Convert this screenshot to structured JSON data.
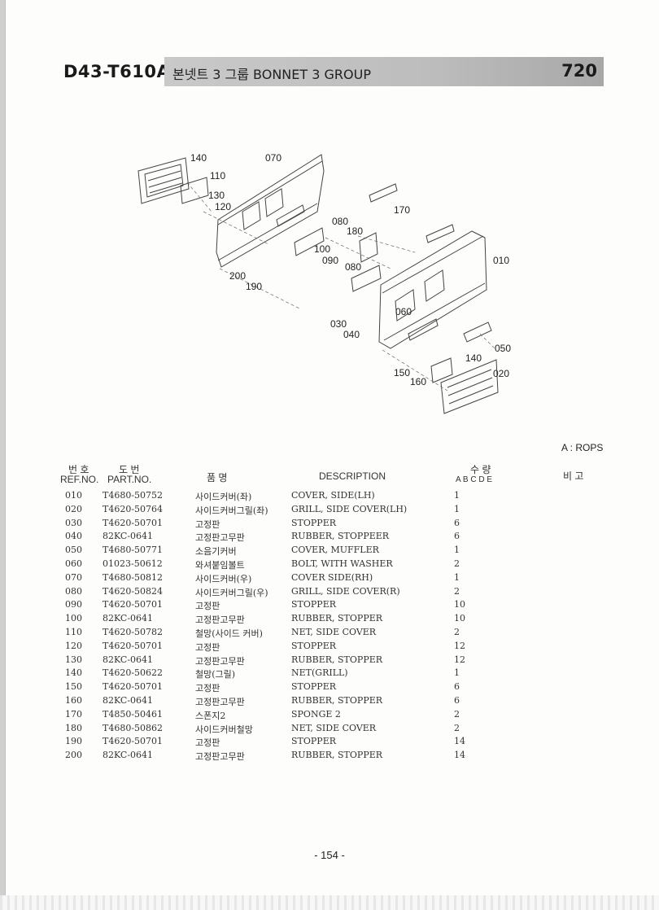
{
  "header": {
    "code": "D43-T610A",
    "title": "본넷트 3 그룹 BONNET 3 GROUP",
    "page_code": "720"
  },
  "diagram_labels": {
    "l140a": "140",
    "l070": "070",
    "l110": "110",
    "l130": "130",
    "l120": "120",
    "l170": "170",
    "l080a": "080",
    "l180": "180",
    "l100": "100",
    "l090": "090",
    "l080b": "080",
    "l010": "010",
    "l200": "200",
    "l190": "190",
    "l060": "060",
    "l030": "030",
    "l040": "040",
    "l050": "050",
    "l140b": "140",
    "l150": "150",
    "l160": "160",
    "l020": "020"
  },
  "note": "A : ROPS",
  "columns": {
    "no_ko": "번 호",
    "no_en": "REF.NO.",
    "part_ko": "도 번",
    "part_en": "PART.NO.",
    "name_ko": "품 명",
    "desc": "DESCRIPTION",
    "qty_ko": "수 량",
    "qty_sub": "A B C D E",
    "remark_ko": "비 고"
  },
  "parts": [
    {
      "no": "010",
      "part": "T4680-50752",
      "name": "사이드커버(좌)",
      "desc": "COVER, SIDE(LH)",
      "qty": "1"
    },
    {
      "no": "020",
      "part": "T4620-50764",
      "name": "사이드커버그릴(좌)",
      "desc": "GRILL, SIDE COVER(LH)",
      "qty": "1"
    },
    {
      "no": "030",
      "part": "T4620-50701",
      "name": "고정판",
      "desc": "STOPPER",
      "qty": "6"
    },
    {
      "no": "040",
      "part": "82KC-0641",
      "name": "고정판고무판",
      "desc": "RUBBER, STOPPEER",
      "qty": "6"
    },
    {
      "no": "050",
      "part": "T4680-50771",
      "name": "소음기커버",
      "desc": "COVER, MUFFLER",
      "qty": "1"
    },
    {
      "no": "060",
      "part": "01023-50612",
      "name": "와셔붙임볼트",
      "desc": "BOLT, WITH WASHER",
      "qty": "2"
    },
    {
      "no": "070",
      "part": "T4680-50812",
      "name": "사이드커버(우)",
      "desc": "COVER SIDE(RH)",
      "qty": "1"
    },
    {
      "no": "080",
      "part": "T4620-50824",
      "name": "사이드커버그릴(우)",
      "desc": "GRILL, SIDE COVER(R)",
      "qty": "2"
    },
    {
      "no": "090",
      "part": "T4620-50701",
      "name": "고정판",
      "desc": "STOPPER",
      "qty": "10"
    },
    {
      "no": "100",
      "part": "82KC-0641",
      "name": "고정판고무판",
      "desc": "RUBBER, STOPPER",
      "qty": "10"
    },
    {
      "no": "110",
      "part": "T4620-50782",
      "name": "철망(사이드 커버)",
      "desc": "NET, SIDE COVER",
      "qty": "2"
    },
    {
      "no": "120",
      "part": "T4620-50701",
      "name": "고정판",
      "desc": "STOPPER",
      "qty": "12"
    },
    {
      "no": "130",
      "part": "82KC-0641",
      "name": "고정판고무판",
      "desc": "RUBBER, STOPPER",
      "qty": "12"
    },
    {
      "no": "140",
      "part": "T4620-50622",
      "name": "철망(그릴)",
      "desc": "NET(GRILL)",
      "qty": "1"
    },
    {
      "no": "150",
      "part": "T4620-50701",
      "name": "고정판",
      "desc": "STOPPER",
      "qty": "6"
    },
    {
      "no": "160",
      "part": "82KC-0641",
      "name": "고정판고무판",
      "desc": "RUBBER, STOPPER",
      "qty": "6"
    },
    {
      "no": "170",
      "part": "T4850-50461",
      "name": "스폰지2",
      "desc": "SPONGE 2",
      "qty": "2"
    },
    {
      "no": "180",
      "part": "T4680-50862",
      "name": "사이드커버철망",
      "desc": "NET, SIDE COVER",
      "qty": "2"
    },
    {
      "no": "190",
      "part": "T4620-50701",
      "name": "고정판",
      "desc": "STOPPER",
      "qty": "14"
    },
    {
      "no": "200",
      "part": "82KC-0641",
      "name": "고정판고무판",
      "desc": "RUBBER, STOPPER",
      "qty": "14"
    }
  ],
  "footer": {
    "page": "- 154 -"
  }
}
